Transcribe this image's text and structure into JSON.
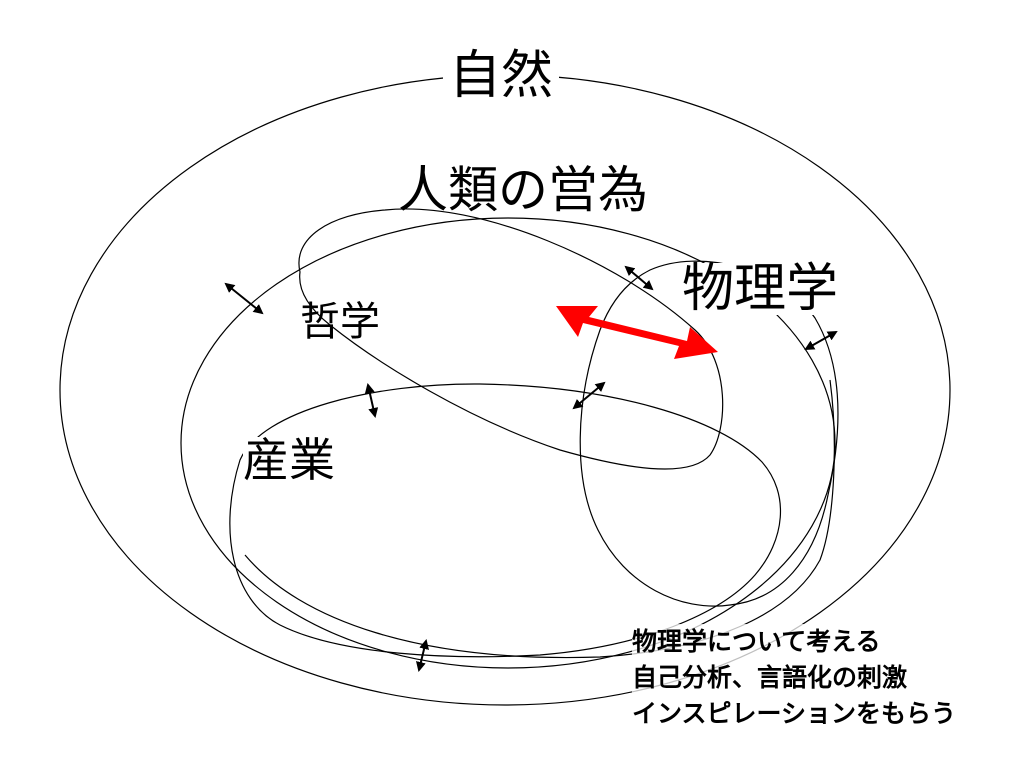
{
  "labels": {
    "nature": "自然",
    "human_activity": "人類の営為",
    "physics": "物理学",
    "philosophy": "哲学",
    "industry": "産業"
  },
  "note": {
    "lines": [
      "物理学について考える",
      "自己分析、言語化の刺激",
      "インスピレーションをもらう"
    ]
  },
  "colors": {
    "background": "#ffffff",
    "lines": "#000000",
    "emphasis_arrow": "#ff0000"
  },
  "icons": {
    "small_arrows": "double-headed-arrow",
    "main_arrow": "double-headed-arrow-red"
  }
}
